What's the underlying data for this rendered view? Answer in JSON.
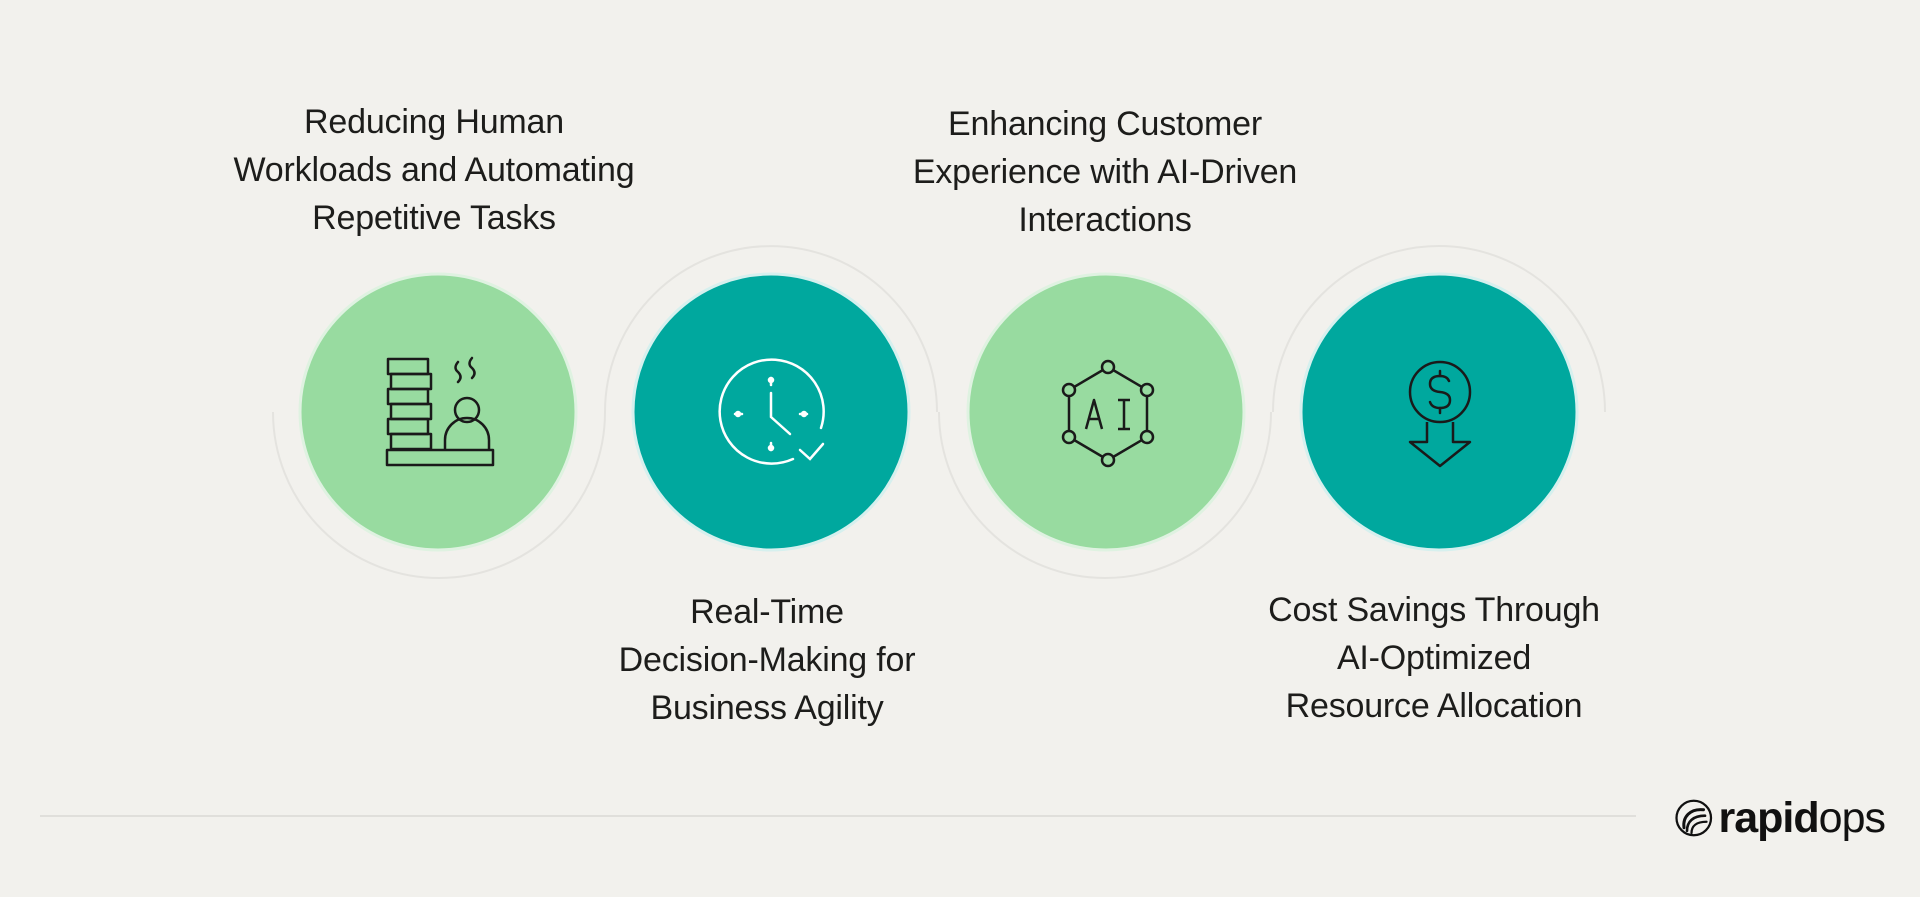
{
  "items": [
    {
      "lines": [
        "Reducing Human",
        "Workloads and Automating",
        "Repetitive Tasks"
      ],
      "icon": "stacked-tasks-person-icon",
      "color": "#98dba0"
    },
    {
      "lines": [
        "Real-Time",
        "Decision-Making for",
        "Business Agility"
      ],
      "icon": "clock-check-icon",
      "color": "#00a89e"
    },
    {
      "lines": [
        "Enhancing Customer",
        "Experience with AI-Driven",
        "Interactions"
      ],
      "icon": "ai-network-icon",
      "color": "#98dba0"
    },
    {
      "lines": [
        "Cost Savings Through",
        "AI-Optimized",
        "Resource Allocation"
      ],
      "icon": "dollar-down-arrow-icon",
      "color": "#00a89e"
    }
  ],
  "brand": {
    "bold": "rapid",
    "light": "ops"
  },
  "colors": {
    "background": "#f2f1ed",
    "light_green": "#98dba0",
    "teal": "#00a89e",
    "arc": "#e5e4e0"
  }
}
